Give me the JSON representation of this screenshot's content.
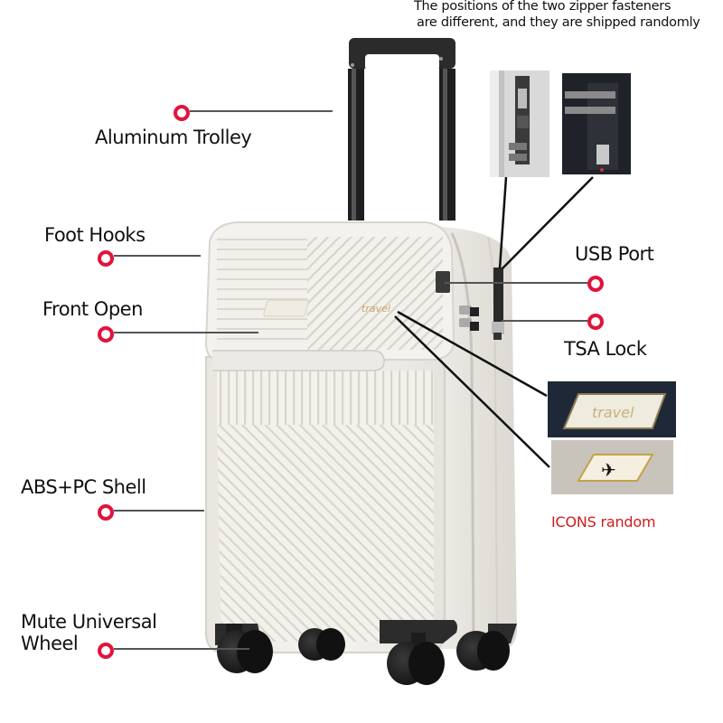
{
  "header_note": {
    "line1": "The positions of the two zipper fasteners",
    "line2": "are different, and they are shipped randomly"
  },
  "callouts": [
    {
      "id": "aluminum-trolley",
      "label": "Aluminum Trolley"
    },
    {
      "id": "foot-hooks",
      "label": "Foot Hooks"
    },
    {
      "id": "front-open",
      "label": "Front Open"
    },
    {
      "id": "abs-pc-shell",
      "label": "ABS+PC Shell"
    },
    {
      "id": "mute-universal-wheel",
      "label_line1": "Mute Universal",
      "label_line2": "Wheel"
    },
    {
      "id": "usb-port",
      "label": "USB Port"
    },
    {
      "id": "tsa-lock",
      "label": "TSA Lock"
    }
  ],
  "badges": {
    "travel_badge_text": "travel",
    "icon_badge": "airplane-icon",
    "icons_note": "ICONS  random"
  },
  "product": {
    "logo_text": "travel",
    "color": "#f1efea"
  },
  "colors": {
    "accent_red": "#e0143c",
    "note_red": "#d11a1a",
    "leader_line": "#555555",
    "text": "#111111"
  }
}
